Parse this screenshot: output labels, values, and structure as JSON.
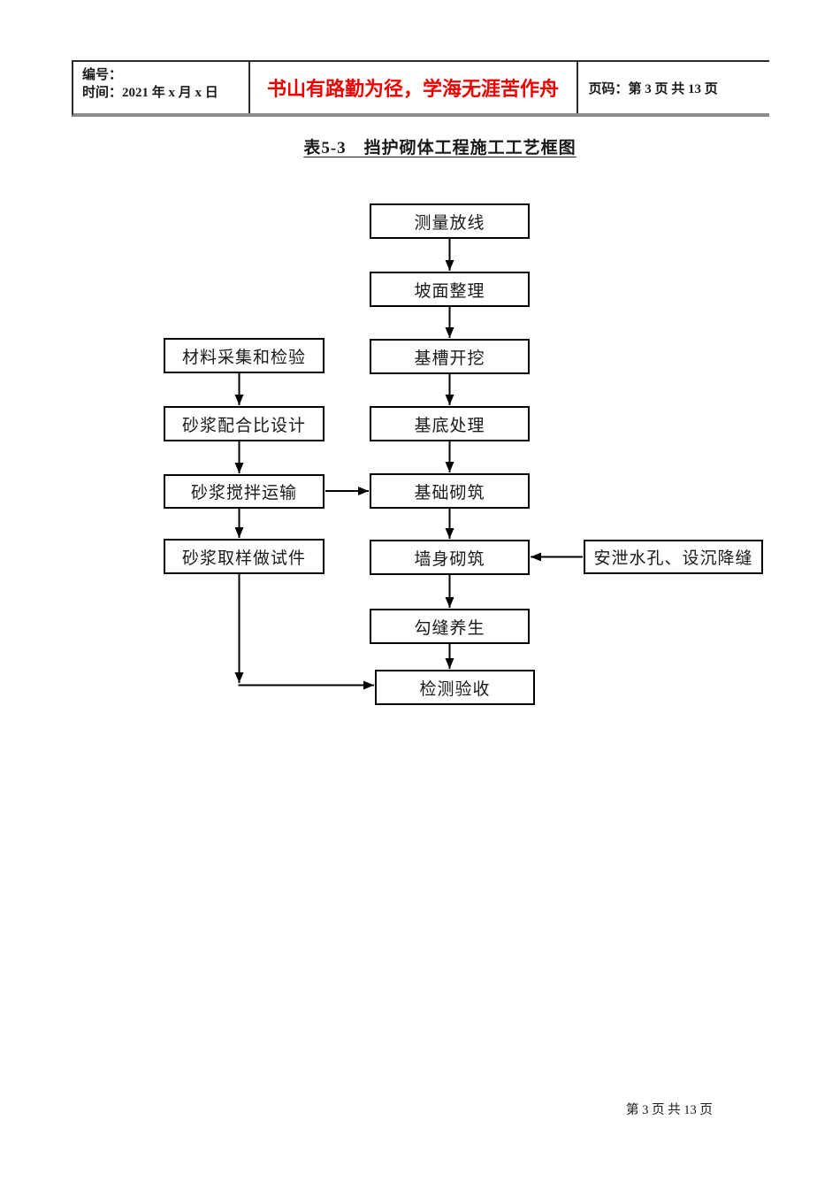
{
  "header": {
    "number_label": "编号：",
    "time_label": "时间：2021 年 x 月 x 日",
    "motto": "书山有路勤为径，学海无涯苦作舟",
    "page_info": "页码：第 3 页 共 13 页"
  },
  "title": "表5-3　挡护砌体工程施工工艺框图",
  "flowchart": {
    "main_steps": [
      "测量放线",
      "坡面整理",
      "基槽开挖",
      "基底处理",
      "基础砌筑",
      "墙身砌筑",
      "勾缝养生",
      "检测验收"
    ],
    "side_steps": [
      "材料采集和检验",
      "砂浆配合比设计",
      "砂浆搅拌运输",
      "砂浆取样做试件"
    ],
    "annotation_step": "安泄水孔、设沉降缝"
  },
  "footer": {
    "page_number": "第 3 页 共 13 页"
  },
  "colors": {
    "motto_red": "#ee0000",
    "line_black": "#000000"
  }
}
